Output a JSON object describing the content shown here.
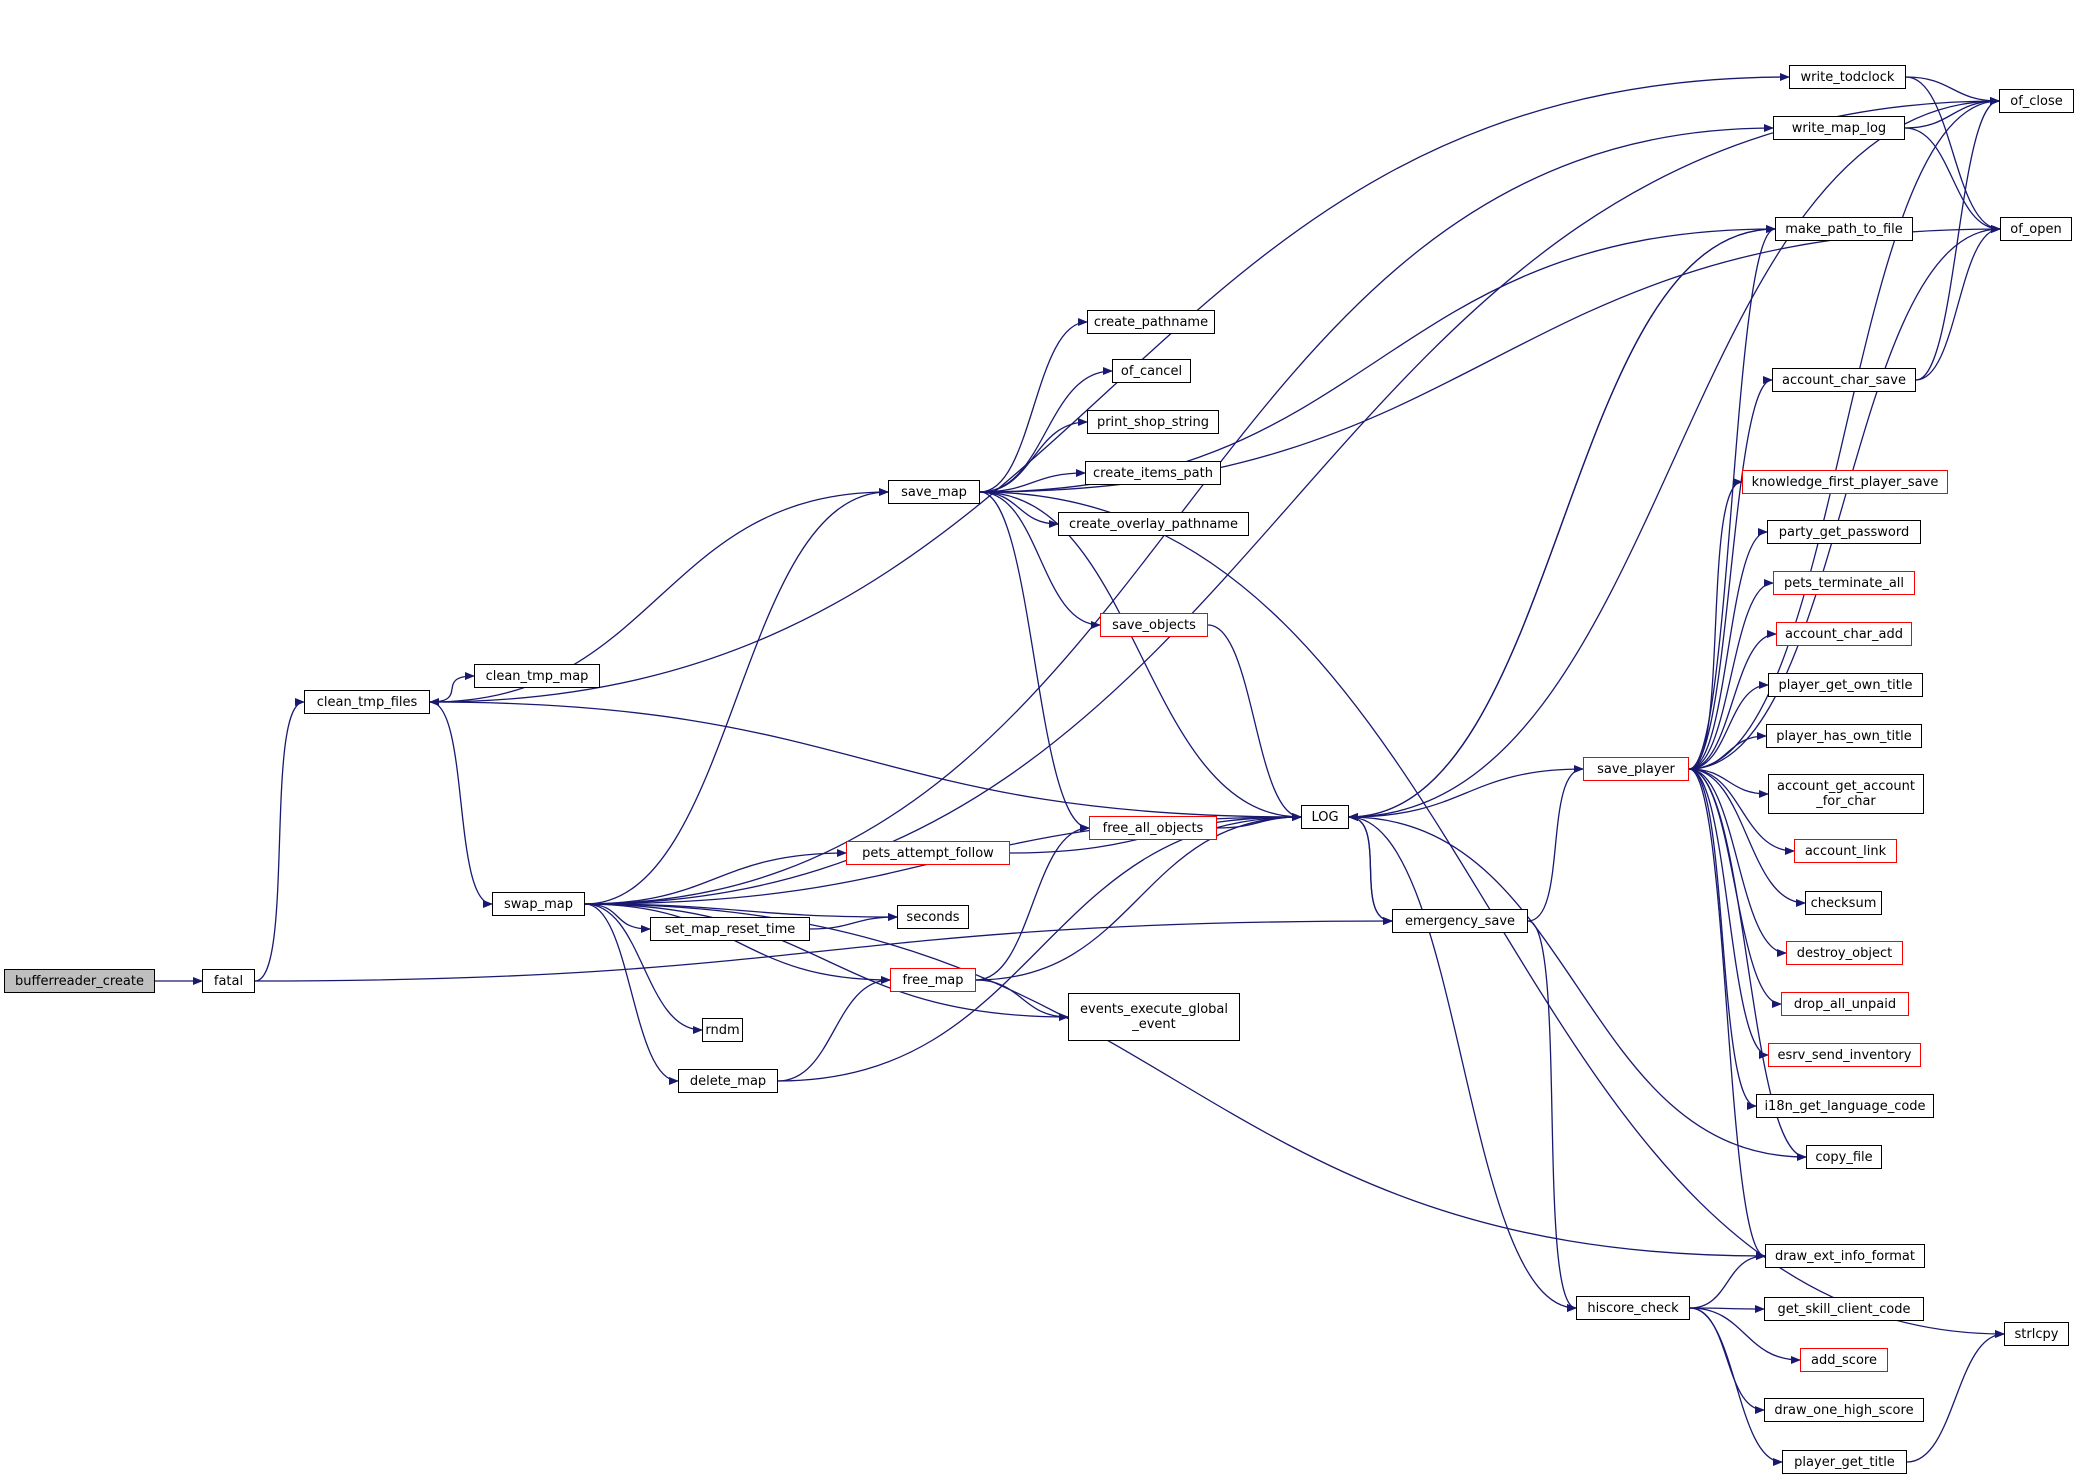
{
  "colors": {
    "edge": "#191970",
    "node_border": "#000000",
    "truncated_border": "#ff0000",
    "root_fill": "#bfbfbf"
  },
  "nodes": {
    "bufferreader_create": {
      "label": "bufferreader_create",
      "style": "root"
    },
    "fatal": {
      "label": "fatal",
      "style": "normal"
    },
    "clean_tmp_files": {
      "label": "clean_tmp_files",
      "style": "normal"
    },
    "clean_tmp_map": {
      "label": "clean_tmp_map",
      "style": "normal"
    },
    "swap_map": {
      "label": "swap_map",
      "style": "normal"
    },
    "save_map": {
      "label": "save_map",
      "style": "normal"
    },
    "create_pathname": {
      "label": "create_pathname",
      "style": "normal"
    },
    "of_cancel": {
      "label": "of_cancel",
      "style": "normal"
    },
    "print_shop_string": {
      "label": "print_shop_string",
      "style": "normal"
    },
    "create_items_path": {
      "label": "create_items_path",
      "style": "normal"
    },
    "create_overlay_pathname": {
      "label": "create_overlay_pathname",
      "style": "normal"
    },
    "save_objects": {
      "label": "save_objects",
      "style": "truncated"
    },
    "free_all_objects": {
      "label": "free_all_objects",
      "style": "truncated"
    },
    "pets_attempt_follow": {
      "label": "pets_attempt_follow",
      "style": "truncated"
    },
    "seconds": {
      "label": "seconds",
      "style": "normal"
    },
    "set_map_reset_time": {
      "label": "set_map_reset_time",
      "style": "normal"
    },
    "free_map": {
      "label": "free_map",
      "style": "truncated"
    },
    "rndm": {
      "label": "rndm",
      "style": "normal"
    },
    "delete_map": {
      "label": "delete_map",
      "style": "normal"
    },
    "events_execute_global_event": {
      "label": "events_execute_global\n_event",
      "style": "normal"
    },
    "LOG": {
      "label": "LOG",
      "style": "normal"
    },
    "emergency_save": {
      "label": "emergency_save",
      "style": "normal"
    },
    "save_player": {
      "label": "save_player",
      "style": "truncated"
    },
    "hiscore_check": {
      "label": "hiscore_check",
      "style": "normal"
    },
    "write_todclock": {
      "label": "write_todclock",
      "style": "normal"
    },
    "write_map_log": {
      "label": "write_map_log",
      "style": "normal"
    },
    "make_path_to_file": {
      "label": "make_path_to_file",
      "style": "normal"
    },
    "of_close": {
      "label": "of_close",
      "style": "normal"
    },
    "of_open": {
      "label": "of_open",
      "style": "normal"
    },
    "account_char_save": {
      "label": "account_char_save",
      "style": "normal"
    },
    "knowledge_first_player_save": {
      "label": "knowledge_first_player_save",
      "style": "truncated"
    },
    "party_get_password": {
      "label": "party_get_password",
      "style": "normal"
    },
    "pets_terminate_all": {
      "label": "pets_terminate_all",
      "style": "truncated"
    },
    "account_char_add": {
      "label": "account_char_add",
      "style": "truncated"
    },
    "player_get_own_title": {
      "label": "player_get_own_title",
      "style": "normal"
    },
    "player_has_own_title": {
      "label": "player_has_own_title",
      "style": "normal"
    },
    "account_get_account_for_char": {
      "label": "account_get_account\n_for_char",
      "style": "normal"
    },
    "account_link": {
      "label": "account_link",
      "style": "truncated"
    },
    "checksum": {
      "label": "checksum",
      "style": "normal"
    },
    "destroy_object": {
      "label": "destroy_object",
      "style": "truncated"
    },
    "drop_all_unpaid": {
      "label": "drop_all_unpaid",
      "style": "truncated"
    },
    "esrv_send_inventory": {
      "label": "esrv_send_inventory",
      "style": "truncated"
    },
    "i18n_get_language_code": {
      "label": "i18n_get_language_code",
      "style": "normal"
    },
    "copy_file": {
      "label": "copy_file",
      "style": "normal"
    },
    "draw_ext_info_format": {
      "label": "draw_ext_info_format",
      "style": "normal"
    },
    "get_skill_client_code": {
      "label": "get_skill_client_code",
      "style": "normal"
    },
    "add_score": {
      "label": "add_score",
      "style": "truncated"
    },
    "draw_one_high_score": {
      "label": "draw_one_high_score",
      "style": "normal"
    },
    "player_get_title": {
      "label": "player_get_title",
      "style": "normal"
    },
    "strlcpy": {
      "label": "strlcpy",
      "style": "normal"
    }
  },
  "edges": [
    [
      "bufferreader_create",
      "fatal"
    ],
    [
      "fatal",
      "clean_tmp_files"
    ],
    [
      "fatal",
      "emergency_save"
    ],
    [
      "clean_tmp_files",
      "clean_tmp_map"
    ],
    [
      "clean_tmp_files",
      "save_map"
    ],
    [
      "clean_tmp_files",
      "swap_map"
    ],
    [
      "clean_tmp_files",
      "write_todclock"
    ],
    [
      "LOG",
      "clean_tmp_files"
    ],
    [
      "swap_map",
      "save_map"
    ],
    [
      "swap_map",
      "LOG"
    ],
    [
      "swap_map",
      "pets_attempt_follow"
    ],
    [
      "swap_map",
      "seconds"
    ],
    [
      "swap_map",
      "set_map_reset_time"
    ],
    [
      "swap_map",
      "free_map"
    ],
    [
      "swap_map",
      "rndm"
    ],
    [
      "swap_map",
      "delete_map"
    ],
    [
      "swap_map",
      "events_execute_global_event"
    ],
    [
      "swap_map",
      "draw_ext_info_format"
    ],
    [
      "swap_map",
      "write_map_log"
    ],
    [
      "swap_map",
      "of_close"
    ],
    [
      "save_map",
      "create_pathname"
    ],
    [
      "save_map",
      "of_cancel"
    ],
    [
      "save_map",
      "print_shop_string"
    ],
    [
      "save_map",
      "create_items_path"
    ],
    [
      "save_map",
      "create_overlay_pathname"
    ],
    [
      "save_map",
      "save_objects"
    ],
    [
      "save_map",
      "free_all_objects"
    ],
    [
      "save_map",
      "LOG"
    ],
    [
      "save_map",
      "make_path_to_file"
    ],
    [
      "save_map",
      "of_open"
    ],
    [
      "save_map",
      "strlcpy"
    ],
    [
      "save_objects",
      "LOG"
    ],
    [
      "free_all_objects",
      "LOG"
    ],
    [
      "pets_attempt_follow",
      "LOG"
    ],
    [
      "set_map_reset_time",
      "seconds"
    ],
    [
      "free_map",
      "free_all_objects"
    ],
    [
      "free_map",
      "LOG"
    ],
    [
      "free_map",
      "events_execute_global_event"
    ],
    [
      "delete_map",
      "free_map"
    ],
    [
      "delete_map",
      "LOG"
    ],
    [
      "LOG",
      "emergency_save"
    ],
    [
      "LOG",
      "of_close"
    ],
    [
      "LOG",
      "make_path_to_file"
    ],
    [
      "LOG",
      "hiscore_check"
    ],
    [
      "emergency_save",
      "LOG"
    ],
    [
      "emergency_save",
      "save_player"
    ],
    [
      "emergency_save",
      "hiscore_check"
    ],
    [
      "save_player",
      "LOG"
    ],
    [
      "save_player",
      "make_path_to_file"
    ],
    [
      "save_player",
      "of_open"
    ],
    [
      "save_player",
      "of_close"
    ],
    [
      "save_player",
      "account_char_save"
    ],
    [
      "save_player",
      "knowledge_first_player_save"
    ],
    [
      "save_player",
      "party_get_password"
    ],
    [
      "save_player",
      "pets_terminate_all"
    ],
    [
      "save_player",
      "account_char_add"
    ],
    [
      "save_player",
      "player_get_own_title"
    ],
    [
      "save_player",
      "player_has_own_title"
    ],
    [
      "save_player",
      "account_get_account_for_char"
    ],
    [
      "save_player",
      "account_link"
    ],
    [
      "save_player",
      "checksum"
    ],
    [
      "save_player",
      "destroy_object"
    ],
    [
      "save_player",
      "drop_all_unpaid"
    ],
    [
      "save_player",
      "esrv_send_inventory"
    ],
    [
      "save_player",
      "i18n_get_language_code"
    ],
    [
      "save_player",
      "copy_file"
    ],
    [
      "save_player",
      "draw_ext_info_format"
    ],
    [
      "copy_file",
      "LOG"
    ],
    [
      "hiscore_check",
      "draw_ext_info_format"
    ],
    [
      "hiscore_check",
      "get_skill_client_code"
    ],
    [
      "hiscore_check",
      "add_score"
    ],
    [
      "hiscore_check",
      "draw_one_high_score"
    ],
    [
      "hiscore_check",
      "player_get_title"
    ],
    [
      "player_get_title",
      "strlcpy"
    ],
    [
      "write_todclock",
      "of_close"
    ],
    [
      "write_todclock",
      "of_open"
    ],
    [
      "write_map_log",
      "of_close"
    ],
    [
      "write_map_log",
      "of_open"
    ],
    [
      "make_path_to_file",
      "LOG"
    ],
    [
      "account_char_save",
      "of_close"
    ],
    [
      "account_char_save",
      "of_open"
    ]
  ]
}
